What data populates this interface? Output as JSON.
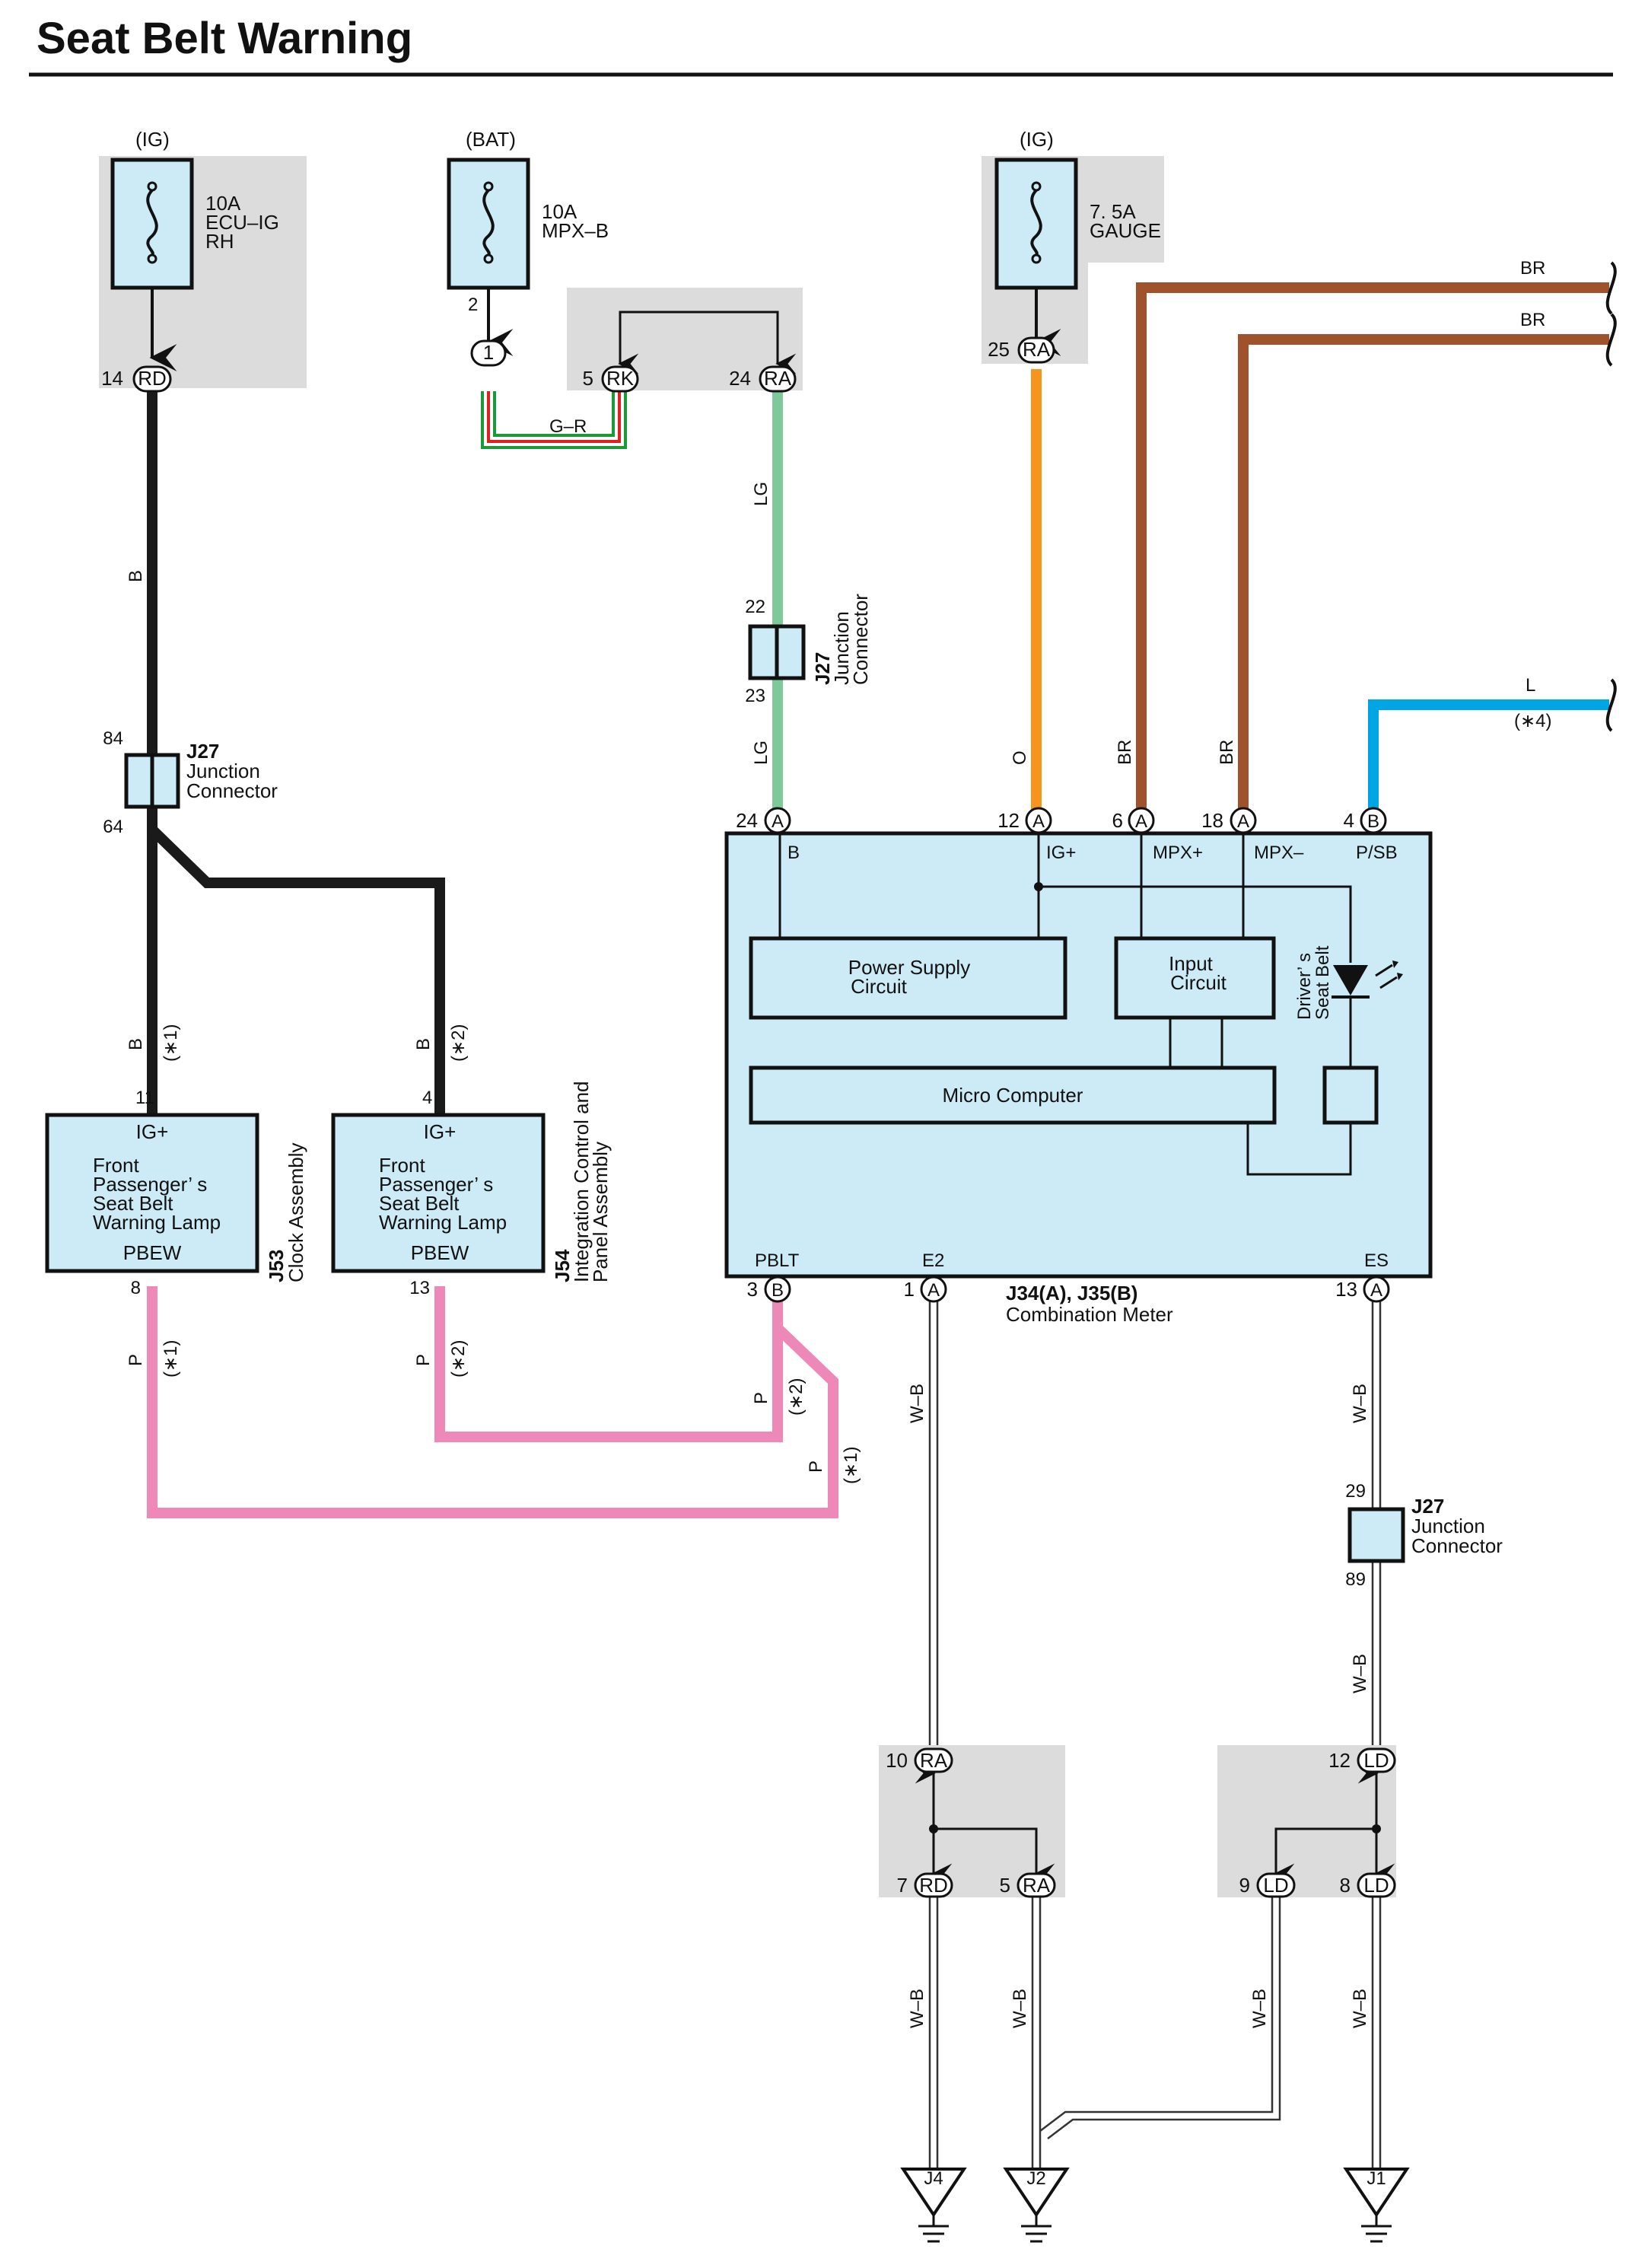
{
  "title": "Seat Belt Warning",
  "colors": {
    "black": "#1a1a1a",
    "pink": "#ee88b9",
    "lightgreen": "#7ec89a",
    "orange": "#f7941d",
    "brown": "#a0522d",
    "blue": "#00a6e3",
    "box_fill": "#cdeaf7",
    "shade": "#dcdcdc"
  },
  "fuses": {
    "ig_left": {
      "source": "(IG)",
      "amp": "10A",
      "name1": "ECU–IG",
      "name2": "RH"
    },
    "bat": {
      "source": "(BAT)",
      "amp": "10A",
      "name1": "MPX–B",
      "pin": "2"
    },
    "ig_right": {
      "source": "(IG)",
      "amp": "7. 5A",
      "name1": "GAUGE"
    }
  },
  "connectors": {
    "rd14": {
      "pin": "14",
      "code": "RD"
    },
    "c1": {
      "code": "1"
    },
    "rk5": {
      "pin": "5",
      "code": "RK"
    },
    "ra24": {
      "pin": "24",
      "code": "RA"
    },
    "ra25": {
      "pin": "25",
      "code": "RA"
    },
    "a24": {
      "pin": "24",
      "code": "A"
    },
    "a12": {
      "pin": "12",
      "code": "A"
    },
    "a6": {
      "pin": "6",
      "code": "A"
    },
    "a18": {
      "pin": "18",
      "code": "A"
    },
    "b4": {
      "pin": "4",
      "code": "B"
    },
    "b3": {
      "pin": "3",
      "code": "B"
    },
    "a1": {
      "pin": "1",
      "code": "A"
    },
    "a13": {
      "pin": "13",
      "code": "A"
    },
    "ra10": {
      "pin": "10",
      "code": "RA"
    },
    "rd7": {
      "pin": "7",
      "code": "RD"
    },
    "ra5": {
      "pin": "5",
      "code": "RA"
    },
    "ld12": {
      "pin": "12",
      "code": "LD"
    },
    "ld9": {
      "pin": "9",
      "code": "LD"
    },
    "ld8": {
      "pin": "8",
      "code": "LD"
    }
  },
  "wire_labels": {
    "b": "B",
    "gr": "G–R",
    "lg": "LG",
    "o": "O",
    "br": "BR",
    "l": "L",
    "p": "P",
    "wb": "W–B",
    "note1": "(∗1)",
    "note2": "(∗2)",
    "note4": "(∗4)"
  },
  "junctions": {
    "j27_left": {
      "top": "84",
      "bottom": "64",
      "id": "J27",
      "line1": "Junction",
      "line2": "Connector"
    },
    "j27_mid": {
      "top": "22",
      "bottom": "23",
      "id": "J27",
      "line1": "Junction",
      "line2": "Connector"
    },
    "j27_right": {
      "top": "29",
      "bottom": "89",
      "id": "J27",
      "line1": "Junction",
      "line2": "Connector"
    }
  },
  "clock": {
    "pin_top": "11",
    "pin_bot": "8",
    "ig": "IG+",
    "line1": "Front",
    "line2": "Passenger’ s",
    "line3": "Seat Belt",
    "line4": "Warning Lamp",
    "out": "PBEW",
    "id": "J53",
    "name": "Clock Assembly"
  },
  "integ": {
    "pin_top": "4",
    "pin_bot": "13",
    "ig": "IG+",
    "line1": "Front",
    "line2": "Passenger’ s",
    "line3": "Seat Belt",
    "line4": "Warning Lamp",
    "out": "PBEW",
    "id": "J54",
    "name1": "Integration Control and",
    "name2": "Panel Assembly"
  },
  "meter": {
    "term_b": "B",
    "term_ig": "IG+",
    "term_mpxp": "MPX+",
    "term_mpxm": "MPX–",
    "term_psb": "P/SB",
    "term_pblt": "PBLT",
    "term_e2": "E2",
    "term_es": "ES",
    "psu1": "Power Supply",
    "psu2": "Circuit",
    "inp1": "Input",
    "inp2": "Circuit",
    "micro": "Micro Computer",
    "led1": "Driver’ s",
    "led2": "Seat Belt",
    "id": "J34(A), J35(B)",
    "name": "Combination Meter"
  },
  "grounds": {
    "j4": "J4",
    "j2": "J2",
    "j1": "J1"
  }
}
